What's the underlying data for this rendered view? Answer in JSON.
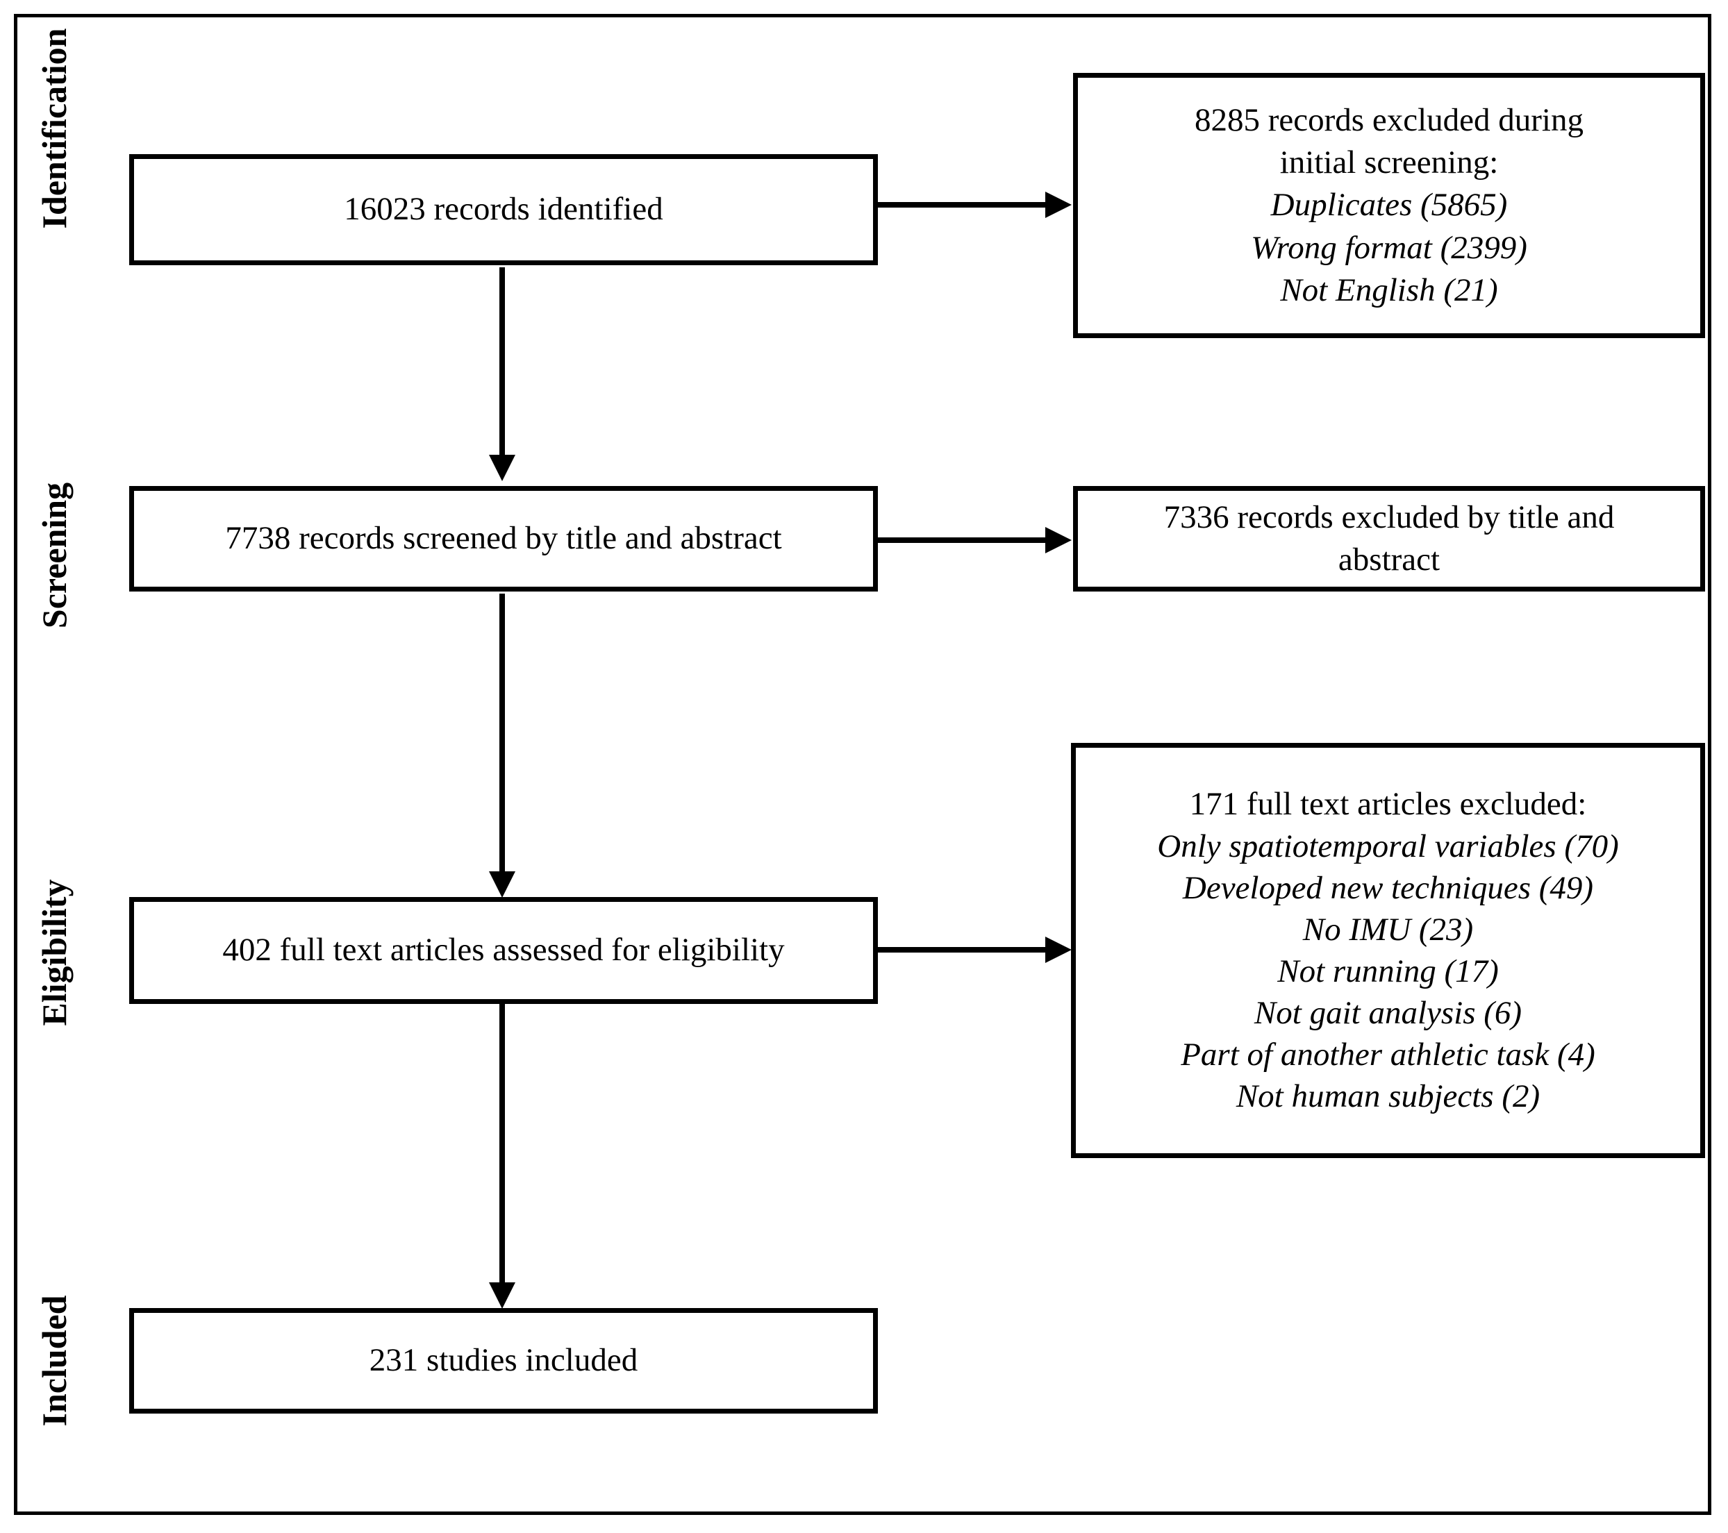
{
  "diagram": {
    "title": "PRISMA study selection flow diagram",
    "type": "prisma-flowchart",
    "frame_color": "#000000",
    "box_border_color": "#000000",
    "background": "#ffffff",
    "text_color": "#000000"
  },
  "stages": [
    {
      "id": "identification",
      "label": "Identification"
    },
    {
      "id": "screening",
      "label": "Screening"
    },
    {
      "id": "eligibility",
      "label": "Eligibility"
    },
    {
      "id": "included",
      "label": "Included"
    }
  ],
  "boxes": {
    "identified": {
      "id": "records-identified",
      "count": 16023,
      "lines": [
        {
          "text": "16023 records identified",
          "style": "roman"
        }
      ]
    },
    "excluded_initial": {
      "id": "records-excluded-initial",
      "count": 8285,
      "lines": [
        {
          "text": "8285 records excluded during",
          "style": "roman"
        },
        {
          "text": "initial screening:",
          "style": "roman"
        },
        {
          "text": "Duplicates (5865)",
          "style": "italic"
        },
        {
          "text": "Wrong format (2399)",
          "style": "italic"
        },
        {
          "text": "Not English (21)",
          "style": "italic"
        }
      ],
      "reasons": [
        {
          "label": "Duplicates",
          "value": 5865
        },
        {
          "label": "Wrong format",
          "value": 2399
        },
        {
          "label": "Not English",
          "value": 21
        }
      ]
    },
    "screened": {
      "id": "records-screened",
      "count": 7738,
      "lines": [
        {
          "text": "7738 records screened by title and abstract",
          "style": "roman"
        }
      ]
    },
    "excluded_title_abstract": {
      "id": "records-excluded-title-abstract",
      "count": 7336,
      "lines": [
        {
          "text": "7336 records excluded by title and",
          "style": "roman"
        },
        {
          "text": "abstract",
          "style": "roman"
        }
      ]
    },
    "assessed": {
      "id": "full-text-assessed",
      "count": 402,
      "lines": [
        {
          "text": "402 full text articles assessed for eligibility",
          "style": "roman"
        }
      ]
    },
    "excluded_full_text": {
      "id": "full-text-excluded",
      "count": 171,
      "lines": [
        {
          "text": "171 full text articles excluded:",
          "style": "roman"
        },
        {
          "text": "Only spatiotemporal variables (70)",
          "style": "italic"
        },
        {
          "text": "Developed new techniques (49)",
          "style": "italic"
        },
        {
          "text": "No IMU (23)",
          "style": "italic"
        },
        {
          "text": "Not running (17)",
          "style": "italic"
        },
        {
          "text": "Not gait analysis (6)",
          "style": "italic"
        },
        {
          "text": "Part of another athletic task (4)",
          "style": "italic"
        },
        {
          "text": "Not human subjects (2)",
          "style": "italic"
        }
      ],
      "reasons": [
        {
          "label": "Only spatiotemporal variables",
          "value": 70
        },
        {
          "label": "Developed new techniques",
          "value": 49
        },
        {
          "label": "No IMU",
          "value": 23
        },
        {
          "label": "Not running",
          "value": 17
        },
        {
          "label": "Not gait analysis",
          "value": 6
        },
        {
          "label": "Part of another athletic task",
          "value": 4
        },
        {
          "label": "Not human subjects",
          "value": 2
        }
      ]
    },
    "included": {
      "id": "studies-included",
      "count": 231,
      "lines": [
        {
          "text": "231 studies included",
          "style": "roman"
        }
      ]
    }
  }
}
